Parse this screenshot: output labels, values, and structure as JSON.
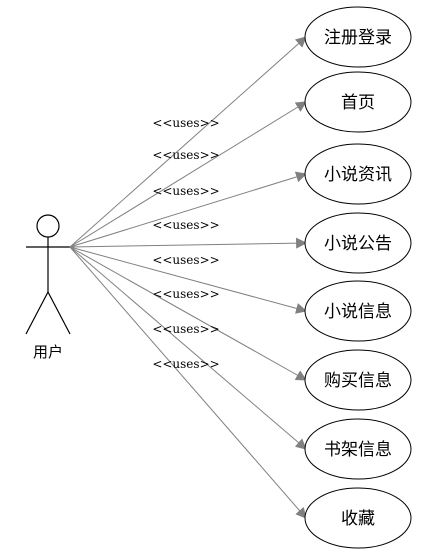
{
  "actor": {
    "label": "用户"
  },
  "use_cases": [
    {
      "label": "注册登录",
      "relation": "<<uses>>"
    },
    {
      "label": "首页",
      "relation": "<<uses>>"
    },
    {
      "label": "小说资讯",
      "relation": "<<uses>>"
    },
    {
      "label": "小说公告",
      "relation": "<<uses>>"
    },
    {
      "label": "小说信息",
      "relation": "<<uses>>"
    },
    {
      "label": "购买信息",
      "relation": "<<uses>>"
    },
    {
      "label": "书架信息",
      "relation": "<<uses>>"
    },
    {
      "label": "收藏",
      "relation": "<<uses>>"
    }
  ],
  "colors": {
    "line": "#808080",
    "arrow": "#808080",
    "ellipse_stroke": "#000000"
  }
}
